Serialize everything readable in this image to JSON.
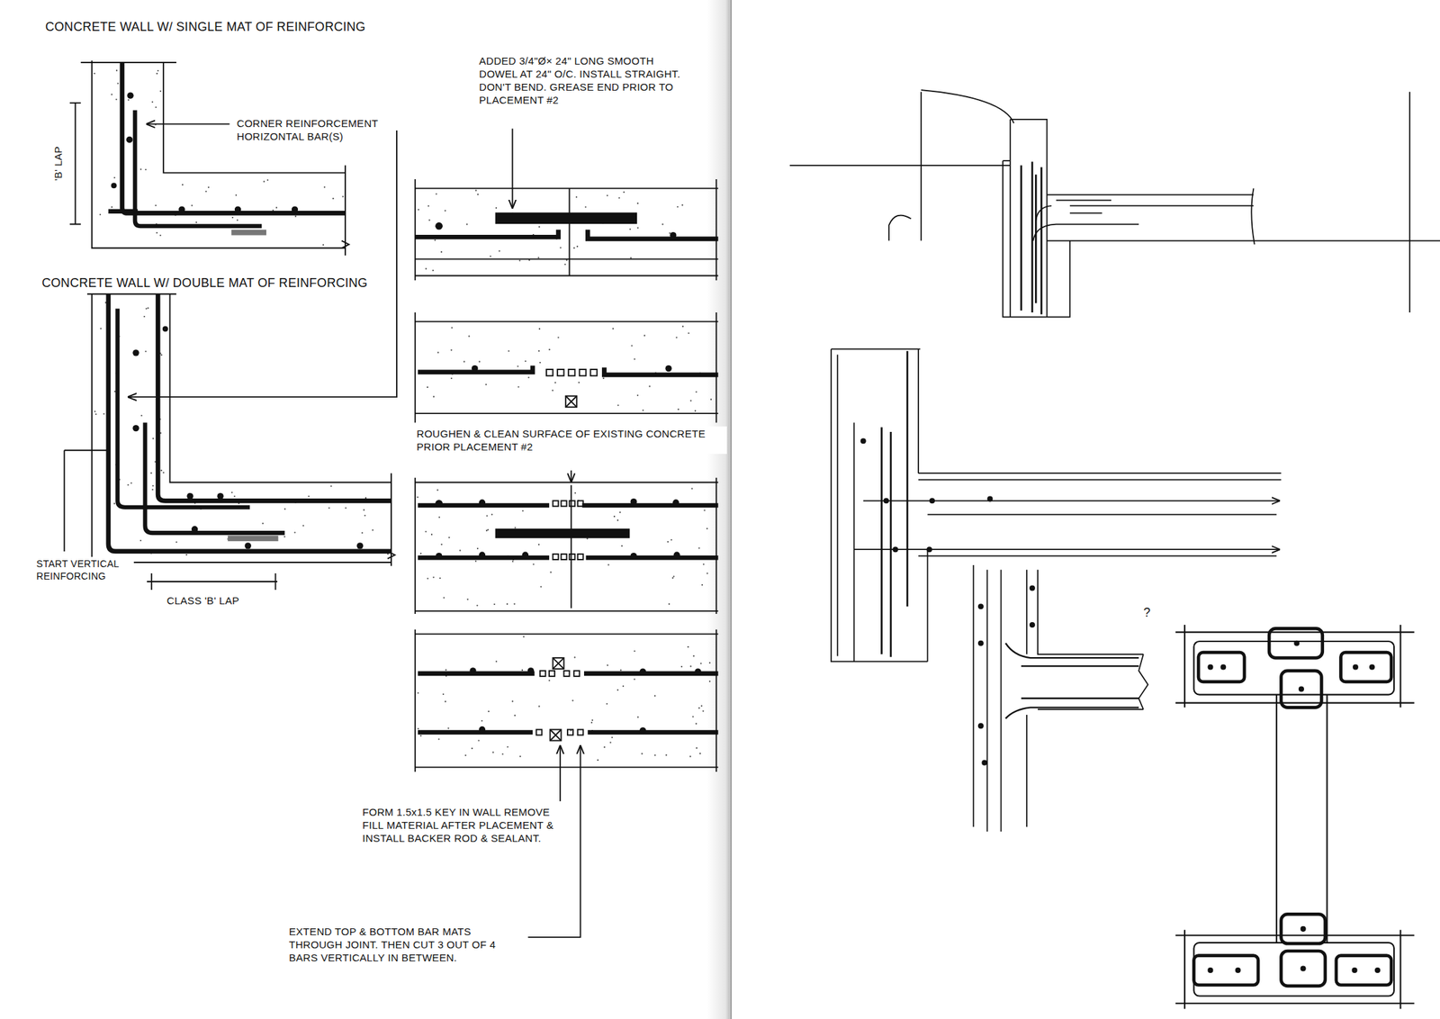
{
  "diagram": {
    "labels": [
      "CONCRETE WALL W/ SINGLE MAT OF REINFORCING",
      "'B' LAP",
      "CORNER REINFORCEMENT HORIZONTAL BAR(S)",
      "ADDED 3/4\"Ø× 24\" LONG SMOOTH DOWEL AT 24\" O/C. INSTALL STRAIGHT. DON'T BEND. GREASE END PRIOR TO PLACEMENT #2",
      "CONCRETE WALL W/ DOUBLE MAT OF REINFORCING",
      "START VERTICAL REINFORCING",
      "CLASS 'B' LAP",
      "ROUGHEN & CLEAN SURFACE OF EXISTING CONCRETE PRIOR PLACEMENT #2",
      "FORM 1.5x1.5 KEY IN WALL REMOVE FILL MATERIAL AFTER PLACEMENT & INSTALL BACKER ROD & SEALANT.",
      "EXTEND TOP & BOTTOM BAR MATS THROUGH JOINT. THEN CUT 3 OUT OF 4 BARS VERTICALLY IN BETWEEN.",
      "?"
    ]
  }
}
